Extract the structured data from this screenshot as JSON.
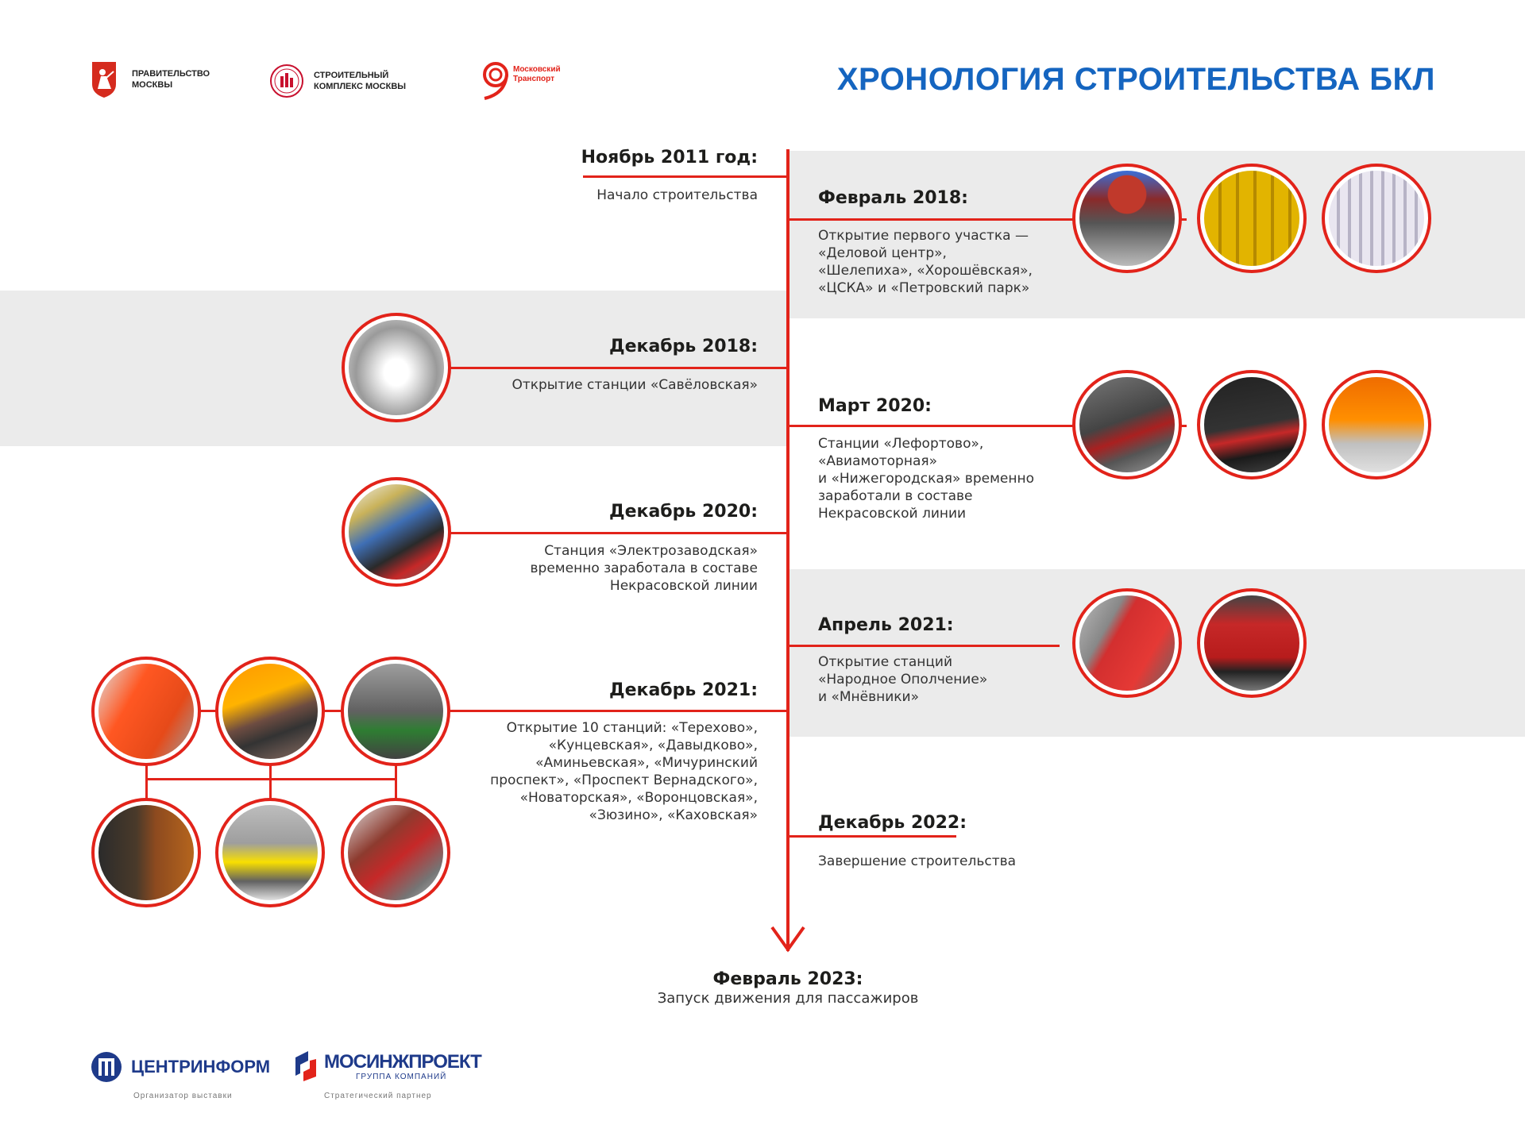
{
  "header": {
    "title": "ХРОНОЛОГИЯ СТРОИТЕЛЬСТВА БКЛ",
    "logos": [
      {
        "icon": "moscow-coat-of-arms-icon",
        "lines": [
          "ПРАВИТЕЛЬСТВО",
          "МОСКВЫ"
        ]
      },
      {
        "icon": "construction-complex-seal-icon",
        "lines": [
          "СТРОИТЕЛЬНЫЙ",
          "КОМПЛЕКС МОСКВЫ"
        ]
      },
      {
        "icon": "moscow-transport-icon",
        "lines": [
          "Московский",
          "Транспорт"
        ]
      }
    ]
  },
  "timeline": [
    {
      "date": "Ноябрь 2011 год:",
      "desc": "Начало строительства"
    },
    {
      "date": "Февраль 2018:",
      "desc": "Открытие первого участка —\n«Деловой центр»,\n«Шелепиха», «Хорошёвская»,\n«ЦСКА» и «Петровский парк»"
    },
    {
      "date": "Декабрь 2018:",
      "desc": "Открытие станции «Савёловская»"
    },
    {
      "date": "Март 2020:",
      "desc": "Станции «Лефортово»,\n«Авиамоторная»\nи «Нижегородская» временно\nзаработали в составе\nНекрасовской линии"
    },
    {
      "date": "Декабрь 2020:",
      "desc": "Станция «Электрозаводская»\nвременно заработала в составе\nНекрасовской линии"
    },
    {
      "date": "Апрель 2021:",
      "desc": "Открытие станций\n«Народное Ополчение»\nи «Мнёвники»"
    },
    {
      "date": "Декабрь 2021:",
      "desc": "Открытие 10 станций: «Терехово»,\n«Кунцевская», «Давыдково»,\n«Аминьевская», «Мичуринский\nпроспект», «Проспект Вернадского»,\n«Новаторская», «Воронцовская»,\n«Зюзино», «Каховская»"
    },
    {
      "date": "Декабрь 2022:",
      "desc": "Завершение строительства"
    }
  ],
  "final": {
    "date": "Февраль 2023:",
    "desc": "Запуск движения для пассажиров"
  },
  "footer": {
    "centrinform": {
      "name": "ЦЕНТРИНФОРМ",
      "caption": "Организатор выставки"
    },
    "mosinzh": {
      "name": "МОСИНЖПРОЕКТ",
      "sub": "ГРУППА КОМПАНИЙ",
      "caption": "Стратегический партнер"
    }
  },
  "colors": {
    "accent": "#e2231a",
    "title": "#1565c0",
    "band": "#ebebeb"
  }
}
